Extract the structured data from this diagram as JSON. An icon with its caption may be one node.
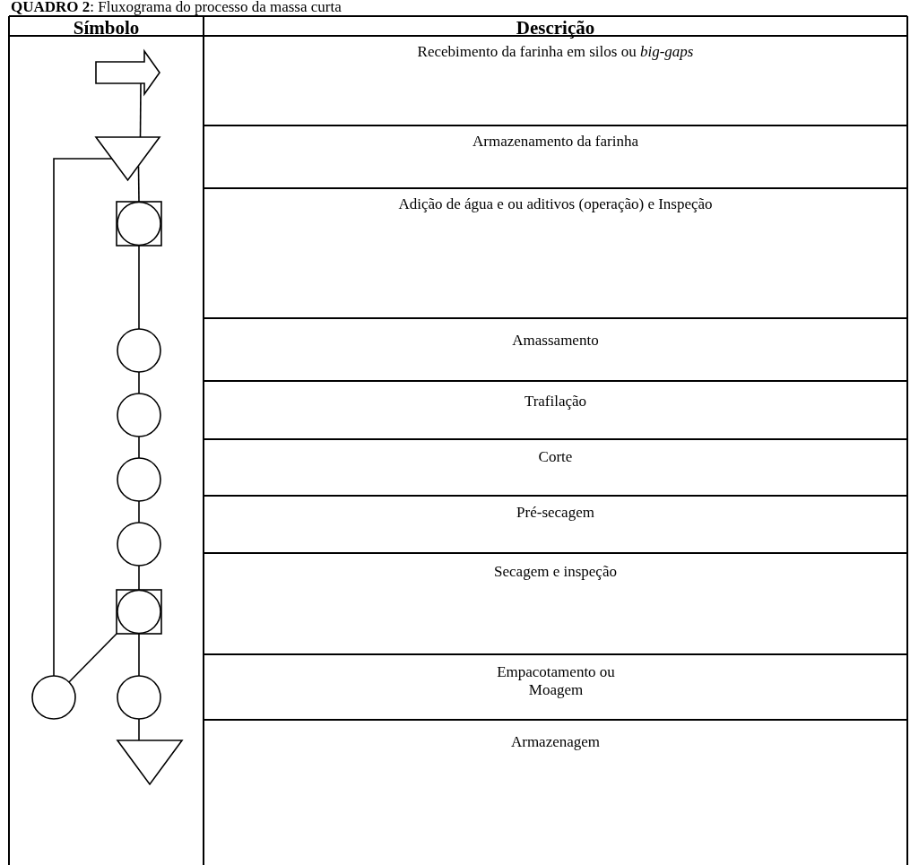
{
  "diagram": {
    "title": "**QUADRO 2**: Fluxograma do processo da massa curta",
    "nodes": [
      {
        "text": [],
        "shape": "arrow"
      },
      {
        "text": [],
        "shape": "triangle"
      },
      {
        "text": [],
        "shape": "box"
      },
      {
        "text": [],
        "shape": "circle"
      },
      {
        "text": [],
        "shape": "circle"
      },
      {
        "text": [],
        "shape": "circle"
      },
      {
        "text": [],
        "shape": "circle"
      },
      {
        "text": [],
        "shape": "box"
      },
      {
        "text": [],
        "shape": "circle"
      },
      {
        "text": [],
        "shape": "circle"
      },
      {
        "text": [],
        "shape": "triangle"
      }
    ],
    "edges": [
      {
        "from": 0,
        "to": 1,
        "arrow": "none"
      },
      {
        "from": 1,
        "to": 2,
        "arrow": "none"
      },
      {
        "from": 2,
        "to": 3,
        "arrow": "none"
      },
      {
        "from": 3,
        "to": 4,
        "arrow": "none"
      },
      {
        "from": 4,
        "to": 5,
        "arrow": "none"
      },
      {
        "from": 5,
        "to": 6,
        "arrow": "none"
      },
      {
        "from": 6,
        "to": 7,
        "arrow": "none"
      },
      {
        "from": 7,
        "to": 8,
        "arrow": "none"
      },
      {
        "from": 8,
        "to": 1,
        "arrow": "none"
      },
      {
        "from": 7,
        "to": 9,
        "arrow": "none"
      },
      {
        "from": 9,
        "to": 10,
        "arrow": "none"
      }
    ],
    "labels": [
      "Símbolo",
      "Descrição",
      "Recebimento da farinha em silos ou *big-gaps*",
      "Armazenamento da farinha",
      "Adição de água e ou aditivos (operação) e Inspeção",
      "Amassamento",
      "Trafilação",
      "Corte",
      "Pré-secagem",
      "Secagem e inspeção",
      "Empacotamento ou Moagem",
      "Armazenagem"
    ]
  }
}
